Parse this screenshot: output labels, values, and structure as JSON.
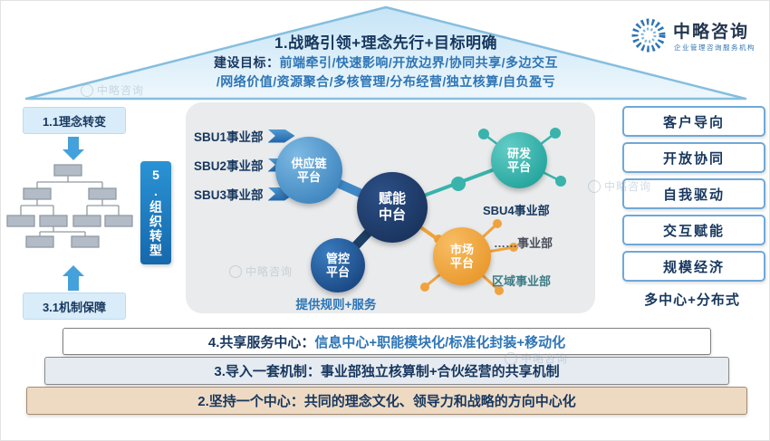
{
  "roof": {
    "title": "1.战略引领+理念先行+目标明确",
    "goal_prefix": "建设目标：",
    "goal_line1": "前端牵引/快速影响/开放边界/协同共享/多边交互",
    "goal_line2": "/网络价值/资源聚合/多核管理/分布经营/独立核算/自负盈亏"
  },
  "logo": {
    "name": "中略咨询",
    "tagline": "企业管理咨询服务机构"
  },
  "left_column": {
    "top_box": "1.1理念转变",
    "bottom_box": "3.1机制保障",
    "vertical_box": "5.组织转型"
  },
  "center": {
    "sbu_list": [
      "SBU1事业部",
      "SBU2事业部",
      "SBU3事业部"
    ],
    "platforms": {
      "supply": {
        "line1": "供应链",
        "line2": "平台"
      },
      "rd": {
        "line1": "研发",
        "line2": "平台"
      },
      "hub": {
        "line1": "赋能",
        "line2": "中台"
      },
      "control": {
        "line1": "管控",
        "line2": "平台"
      },
      "market": {
        "line1": "市场",
        "line2": "平台"
      }
    },
    "sbu4": "SBU4事业部",
    "more_bu": "……事业部",
    "regional_bu": "区域事业部",
    "caption": "提供规则+服务"
  },
  "right_panel": {
    "items": [
      "客户导向",
      "开放协同",
      "自我驱动",
      "交互赋能",
      "规模经济",
      "多中心+分布式"
    ]
  },
  "bottom_bars": [
    {
      "label": "4.共享服务中心：",
      "text": "信息中心+职能模块化/标准化封装+移动化"
    },
    {
      "label": "3.导入一套机制：",
      "text": "事业部独立核算制+合伙经营的共享机制"
    },
    {
      "label": "2.坚持一个中心：",
      "text": "共同的理念文化、领导力和战略的方向中心化"
    }
  ],
  "watermark": {
    "text": "中略咨询"
  },
  "colors": {
    "navy": "#17375e",
    "blue": "#2e75b6",
    "teal": "#39b3ab",
    "orange": "#f0a23c",
    "roof_fill": "#d9ecf8",
    "panel_gray": "#e9ebec"
  }
}
